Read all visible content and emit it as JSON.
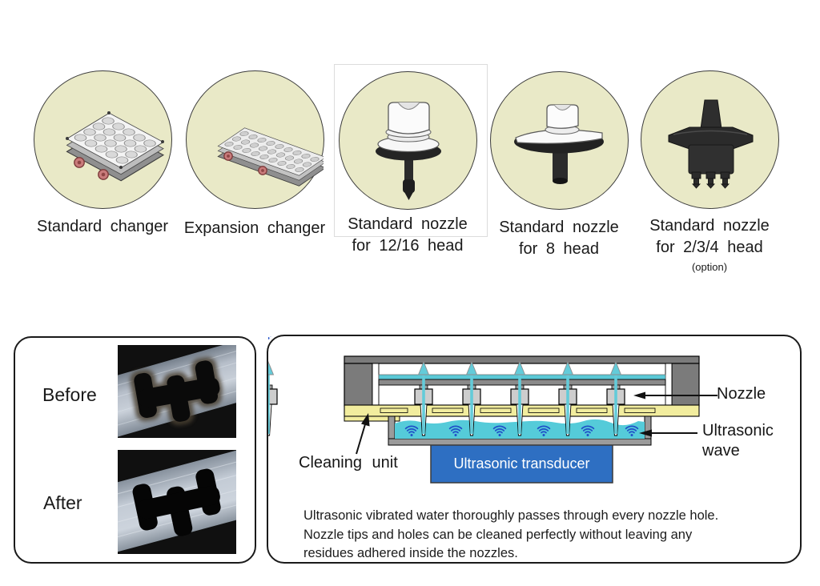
{
  "products": [
    {
      "label_lines": [
        "Standard changer"
      ]
    },
    {
      "label_lines": [
        "Expansion changer"
      ]
    },
    {
      "label_lines": [
        "Standard nozzle",
        "for 12/16 head"
      ]
    },
    {
      "label_lines": [
        "Standard nozzle",
        "for 8 head"
      ]
    },
    {
      "label_lines": [
        "Standard nozzle",
        "for 2/3/4 head"
      ],
      "note": "(option)"
    }
  ],
  "comparison": {
    "before_label": "Before",
    "after_label": "After"
  },
  "cleaning_diagram": {
    "nozzle_label": "Nozzle",
    "ultrasonic_wave_label_lines": [
      "Ultrasonic",
      "wave"
    ],
    "cleaning_unit_label": "Cleaning unit",
    "transducer_label": "Ultrasonic transducer",
    "description_lines": [
      "Ultrasonic vibrated water thoroughly passes through every nozzle hole.",
      "Nozzle tips and holes can be cleaned perfectly without leaving any",
      "residues adhered inside the nozzles."
    ]
  },
  "colors": {
    "circle_background": "#e9e9c7",
    "water_cyan": "#55cbd9",
    "transducer_blue": "#2e6fc2",
    "plate_yellow": "#f2ed9e",
    "ultrasonic_wave_blue": "#2050c8",
    "frame_grey": "#7b7b7b"
  }
}
